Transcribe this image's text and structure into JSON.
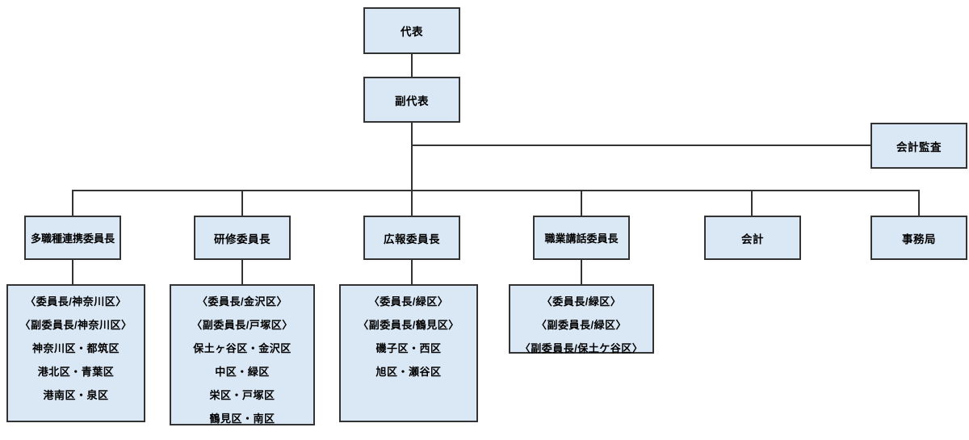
{
  "colors": {
    "box_fill": "#dae8f5",
    "box_border": "#333333",
    "connector": "#333333",
    "background": "#ffffff",
    "text": "#000000"
  },
  "nodes": {
    "representative": {
      "label": "代表"
    },
    "vice_representative": {
      "label": "副代表"
    },
    "accounting_audit": {
      "label": "会計監査"
    },
    "committees": [
      {
        "label": "多職種連携委員長"
      },
      {
        "label": "研修委員長"
      },
      {
        "label": "広報委員長"
      },
      {
        "label": "職業講話委員長"
      },
      {
        "label": "会計"
      },
      {
        "label": "事務局"
      }
    ],
    "details": [
      {
        "lines": [
          "〈委員長/神奈川区〉",
          "〈副委員長/神奈川区〉",
          "神奈川区・都筑区",
          "港北区・青葉区",
          "港南区・泉区"
        ]
      },
      {
        "lines": [
          "〈委員長/金沢区〉",
          "〈副委員長/戸塚区〉",
          "保土ヶ谷区・金沢区",
          "中区・緑区",
          "栄区・戸塚区",
          "鶴見区・南区"
        ]
      },
      {
        "lines": [
          "〈委員長/緑区〉",
          "〈副委員長/鶴見区〉",
          "磯子区・西区",
          "旭区・瀬谷区"
        ]
      },
      {
        "lines": [
          "〈委員長/緑区〉",
          "〈副委員長/緑区〉",
          "〈副委員長/保土ケ谷区〉"
        ]
      }
    ]
  }
}
